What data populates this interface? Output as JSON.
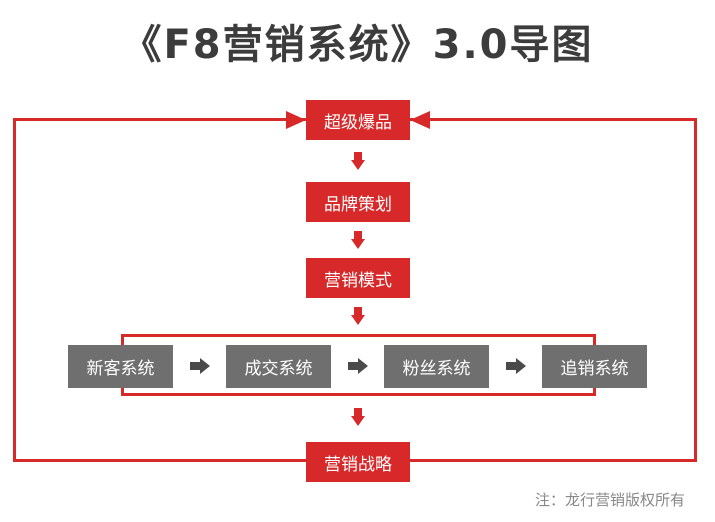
{
  "title": "《F8营销系统》3.0导图",
  "nodes": {
    "top": "超级爆品",
    "brand": "品牌策划",
    "model": "营销模式",
    "strategy": "营销战略"
  },
  "systems": [
    "新客系统",
    "成交系统",
    "粉丝系统",
    "追销系统"
  ],
  "note": "注：龙行营销版权所有",
  "colors": {
    "accent": "#d7282a",
    "gray_box": "#6f6f6f",
    "title": "#3c3c3c"
  }
}
